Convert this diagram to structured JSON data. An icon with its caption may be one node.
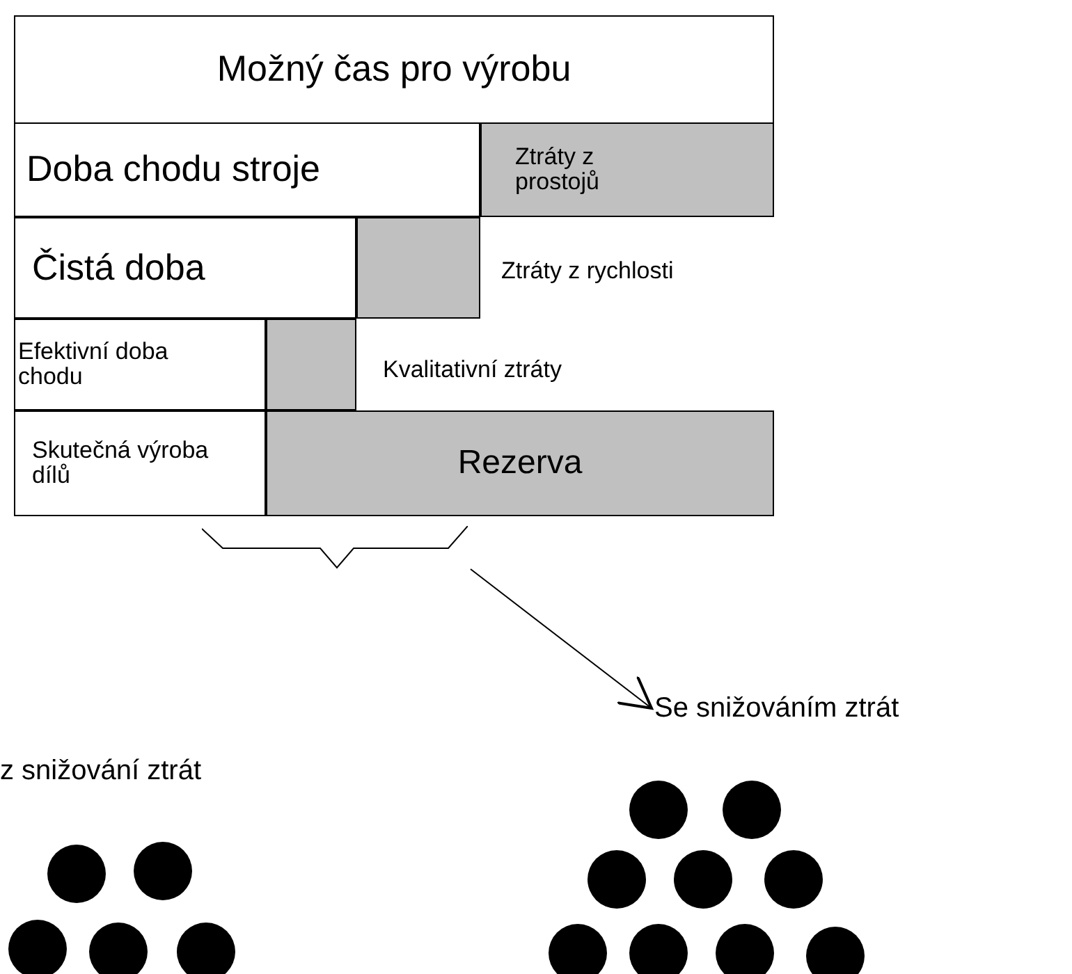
{
  "diagram": {
    "nodes": [
      {
        "text": [
          "Možný čas pro výrobu"
        ]
      },
      {
        "text": [
          "Doba chodu stroje"
        ]
      },
      {
        "text": [
          "Ztráty z prostojů"
        ]
      },
      {
        "text": [
          "Čistá doba"
        ]
      },
      {
        "text": [],
        "shape": "box"
      },
      {
        "text": [
          "Efektivní doba chodu"
        ]
      },
      {
        "text": [],
        "shape": "box"
      },
      {
        "text": [
          "Skutečná výroba dílů"
        ]
      },
      {
        "text": [
          "Rezerva"
        ]
      },
      {
        "text": [],
        "shape": "bracket"
      },
      {
        "text": [
          "Se snižováním ztrát"
        ]
      }
    ],
    "edges": [
      {
        "from": 9,
        "to": 10,
        "arrow": "to"
      }
    ],
    "labels": [
      "Ztráty z rychlosti",
      "Kvalitativní ztráty",
      "z snižování ztrát"
    ]
  }
}
